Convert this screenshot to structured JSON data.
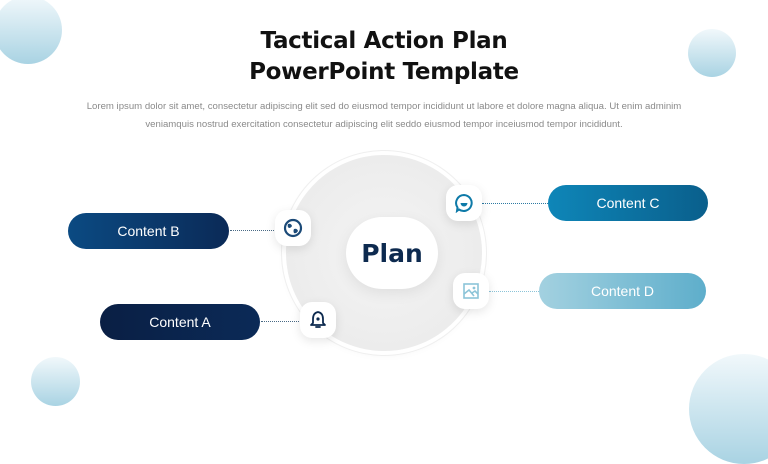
{
  "slide": {
    "title_line1": "Tactical Action Plan",
    "title_line2": "PowerPoint Template",
    "description": "Lorem ipsum dolor sit amet, consectetur adipiscing elit sed do eiusmod tempor incididunt ut labore et dolore magna aliqua. Ut enim adminim veniamquis nostrud exercitation consectetur adipiscing elit seddo eiusmod tempor inceiusmod tempor incididunt."
  },
  "diagram": {
    "center_label": "Plan",
    "items": [
      {
        "label": "Content A",
        "icon": "bell-icon",
        "color_start": "#0a1f44",
        "color_end": "#0b2a57"
      },
      {
        "label": "Content B",
        "icon": "globe-icon",
        "color_start": "#0b4a82",
        "color_end": "#0b2a57"
      },
      {
        "label": "Content C",
        "icon": "chat-bubble-icon",
        "color_start": "#0e86b8",
        "color_end": "#0a5f8c"
      },
      {
        "label": "Content D",
        "icon": "image-icon",
        "color_start": "#a3d1e0",
        "color_end": "#5eaecb"
      }
    ]
  },
  "colors": {
    "navy": "#0d2a4f",
    "accent_blue": "#0e86b8",
    "light_blue": "#8cc4d8"
  }
}
